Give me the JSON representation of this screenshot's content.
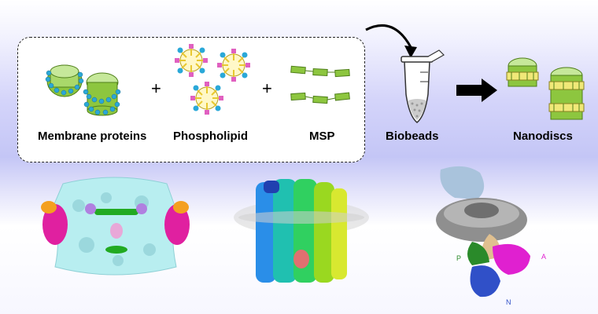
{
  "labels": {
    "membrane_proteins": "Membrane proteins",
    "phospholipid": "Phospholipid",
    "msp": "MSP",
    "biobeads": "Biobeads",
    "nanodiscs": "Nanodiscs"
  },
  "operators": {
    "plus1": "+",
    "plus2": "+"
  },
  "structure_labels": {
    "p": "P",
    "a": "A",
    "n": "N"
  },
  "colors": {
    "protein_green": "#8dc63f",
    "lipid_yellow": "#e8d44d",
    "lipid_head_pink": "#e060c0",
    "lipid_head_cyan": "#2aa8d8",
    "map_cyan": "#b8eef0",
    "map_magenta": "#e020a0",
    "map_orange": "#f4a020"
  }
}
